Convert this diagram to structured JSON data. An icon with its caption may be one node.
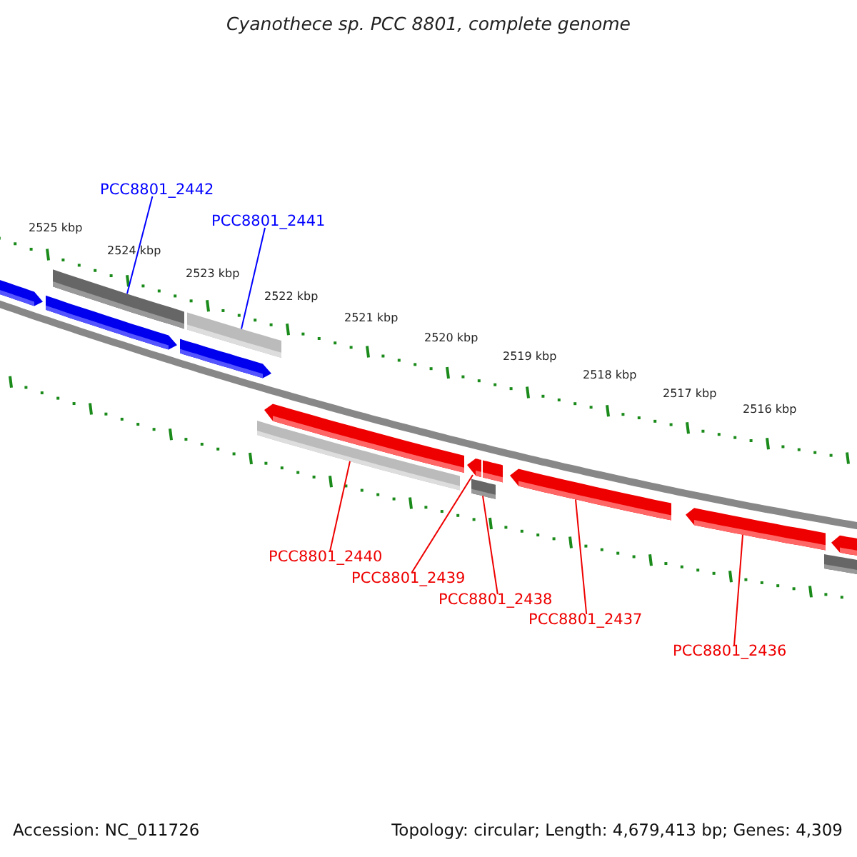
{
  "diagram": {
    "title": "Cyanothece sp. PCC 8801, complete genome",
    "nodes": [
      {
        "text": [
          "PCC8801_2442"
        ]
      },
      {
        "text": [
          "PCC8801_2441"
        ]
      },
      {
        "text": [
          "PCC8801_2440"
        ]
      },
      {
        "text": [
          "PCC8801_2439"
        ]
      },
      {
        "text": [
          "PCC8801_2438"
        ]
      },
      {
        "text": [
          "PCC8801_2437"
        ]
      },
      {
        "text": [
          "PCC8801_2436"
        ]
      },
      {
        "text": [],
        "shape": "bar"
      },
      {
        "text": [],
        "shape": "bar"
      },
      {
        "text": [],
        "shape": "bar"
      },
      {
        "text": [],
        "shape": "bar"
      },
      {
        "text": [],
        "shape": "bar"
      },
      {
        "text": [],
        "shape": "bar"
      },
      {
        "text": [],
        "shape": "bar"
      }
    ],
    "edges": [
      {
        "from": 0,
        "to": 7,
        "arrow": "none",
        "color": "#0000ff"
      },
      {
        "from": 1,
        "to": 8,
        "arrow": "none",
        "color": "#0000ff"
      },
      {
        "from": 2,
        "to": 9,
        "arrow": "none"
      },
      {
        "from": 3,
        "to": 10,
        "arrow": "none"
      },
      {
        "from": 4,
        "to": 11,
        "arrow": "none"
      },
      {
        "from": 5,
        "to": 12,
        "arrow": "none"
      },
      {
        "from": 6,
        "to": 13,
        "arrow": "none"
      }
    ],
    "labels": [
      "2525 kbp",
      "2524 kbp",
      "2523 kbp",
      "2522 kbp",
      "2521 kbp",
      "2520 kbp",
      "2519 kbp",
      "2518 kbp",
      "2517 kbp",
      "2516 kbp",
      "Accession: NC_011726",
      "Topology: circular; Length: 4,679,413 bp; Genes: 4,309"
    ]
  }
}
